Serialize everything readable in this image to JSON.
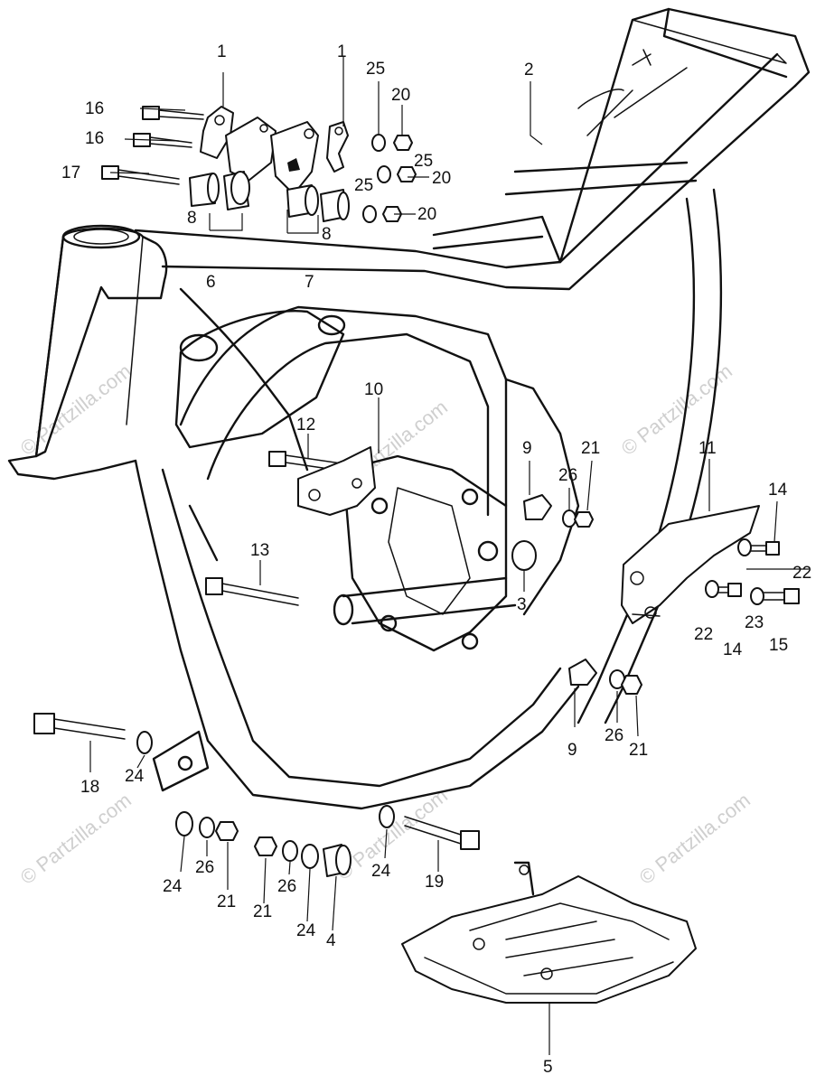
{
  "diagram": {
    "callouts": [
      {
        "id": "c1a",
        "text": "1"
      },
      {
        "id": "c1b",
        "text": "1"
      },
      {
        "id": "c2",
        "text": "2"
      },
      {
        "id": "c3",
        "text": "3"
      },
      {
        "id": "c4",
        "text": "4"
      },
      {
        "id": "c5",
        "text": "5"
      },
      {
        "id": "c6",
        "text": "6"
      },
      {
        "id": "c7",
        "text": "7"
      },
      {
        "id": "c8a",
        "text": "8"
      },
      {
        "id": "c8b",
        "text": "8"
      },
      {
        "id": "c9a",
        "text": "9"
      },
      {
        "id": "c9b",
        "text": "9"
      },
      {
        "id": "c10",
        "text": "10"
      },
      {
        "id": "c11",
        "text": "11"
      },
      {
        "id": "c12",
        "text": "12"
      },
      {
        "id": "c13",
        "text": "13"
      },
      {
        "id": "c14a",
        "text": "14"
      },
      {
        "id": "c14b",
        "text": "14"
      },
      {
        "id": "c15",
        "text": "15"
      },
      {
        "id": "c16a",
        "text": "16"
      },
      {
        "id": "c16b",
        "text": "16"
      },
      {
        "id": "c17",
        "text": "17"
      },
      {
        "id": "c18",
        "text": "18"
      },
      {
        "id": "c19",
        "text": "19"
      },
      {
        "id": "c20a",
        "text": "20"
      },
      {
        "id": "c20b",
        "text": "20"
      },
      {
        "id": "c20c",
        "text": "20"
      },
      {
        "id": "c21a",
        "text": "21"
      },
      {
        "id": "c21b",
        "text": "21"
      },
      {
        "id": "c21c",
        "text": "21"
      },
      {
        "id": "c21d",
        "text": "21"
      },
      {
        "id": "c22a",
        "text": "22"
      },
      {
        "id": "c22b",
        "text": "22"
      },
      {
        "id": "c23",
        "text": "23"
      },
      {
        "id": "c24a",
        "text": "24"
      },
      {
        "id": "c24b",
        "text": "24"
      },
      {
        "id": "c24c",
        "text": "24"
      },
      {
        "id": "c24d",
        "text": "24"
      },
      {
        "id": "c25a",
        "text": "25"
      },
      {
        "id": "c25b",
        "text": "25"
      },
      {
        "id": "c25c",
        "text": "25"
      },
      {
        "id": "c26a",
        "text": "26"
      },
      {
        "id": "c26b",
        "text": "26"
      },
      {
        "id": "c26c",
        "text": "26"
      },
      {
        "id": "c26d",
        "text": "26"
      }
    ],
    "watermark": "© Partzilla.com",
    "colors": {
      "ink": "#111111",
      "watermark": "#cfcfcf",
      "background": "#ffffff"
    }
  }
}
